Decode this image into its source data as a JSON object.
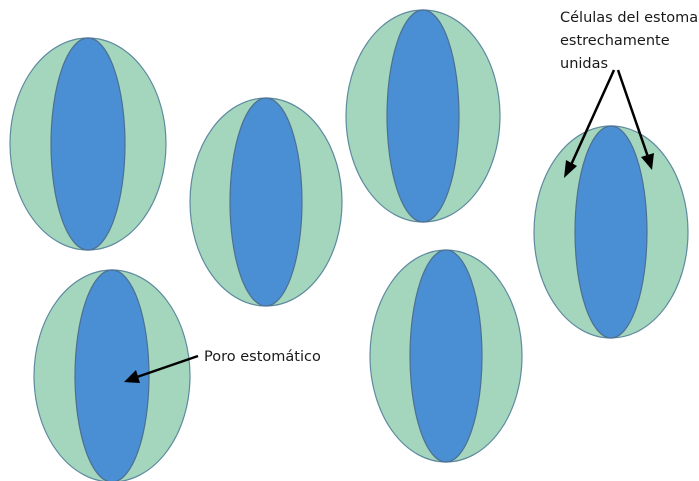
{
  "labels": {
    "guard_cells": [
      "Células del estoma",
      "estrechamente",
      "unidas"
    ],
    "pore": "Poro estomático"
  },
  "colors": {
    "guard_cell_fill": "#a3d6bd",
    "pore_fill": "#4a8fd4",
    "outline": "#5f8aa0",
    "arrow": "#000000"
  }
}
